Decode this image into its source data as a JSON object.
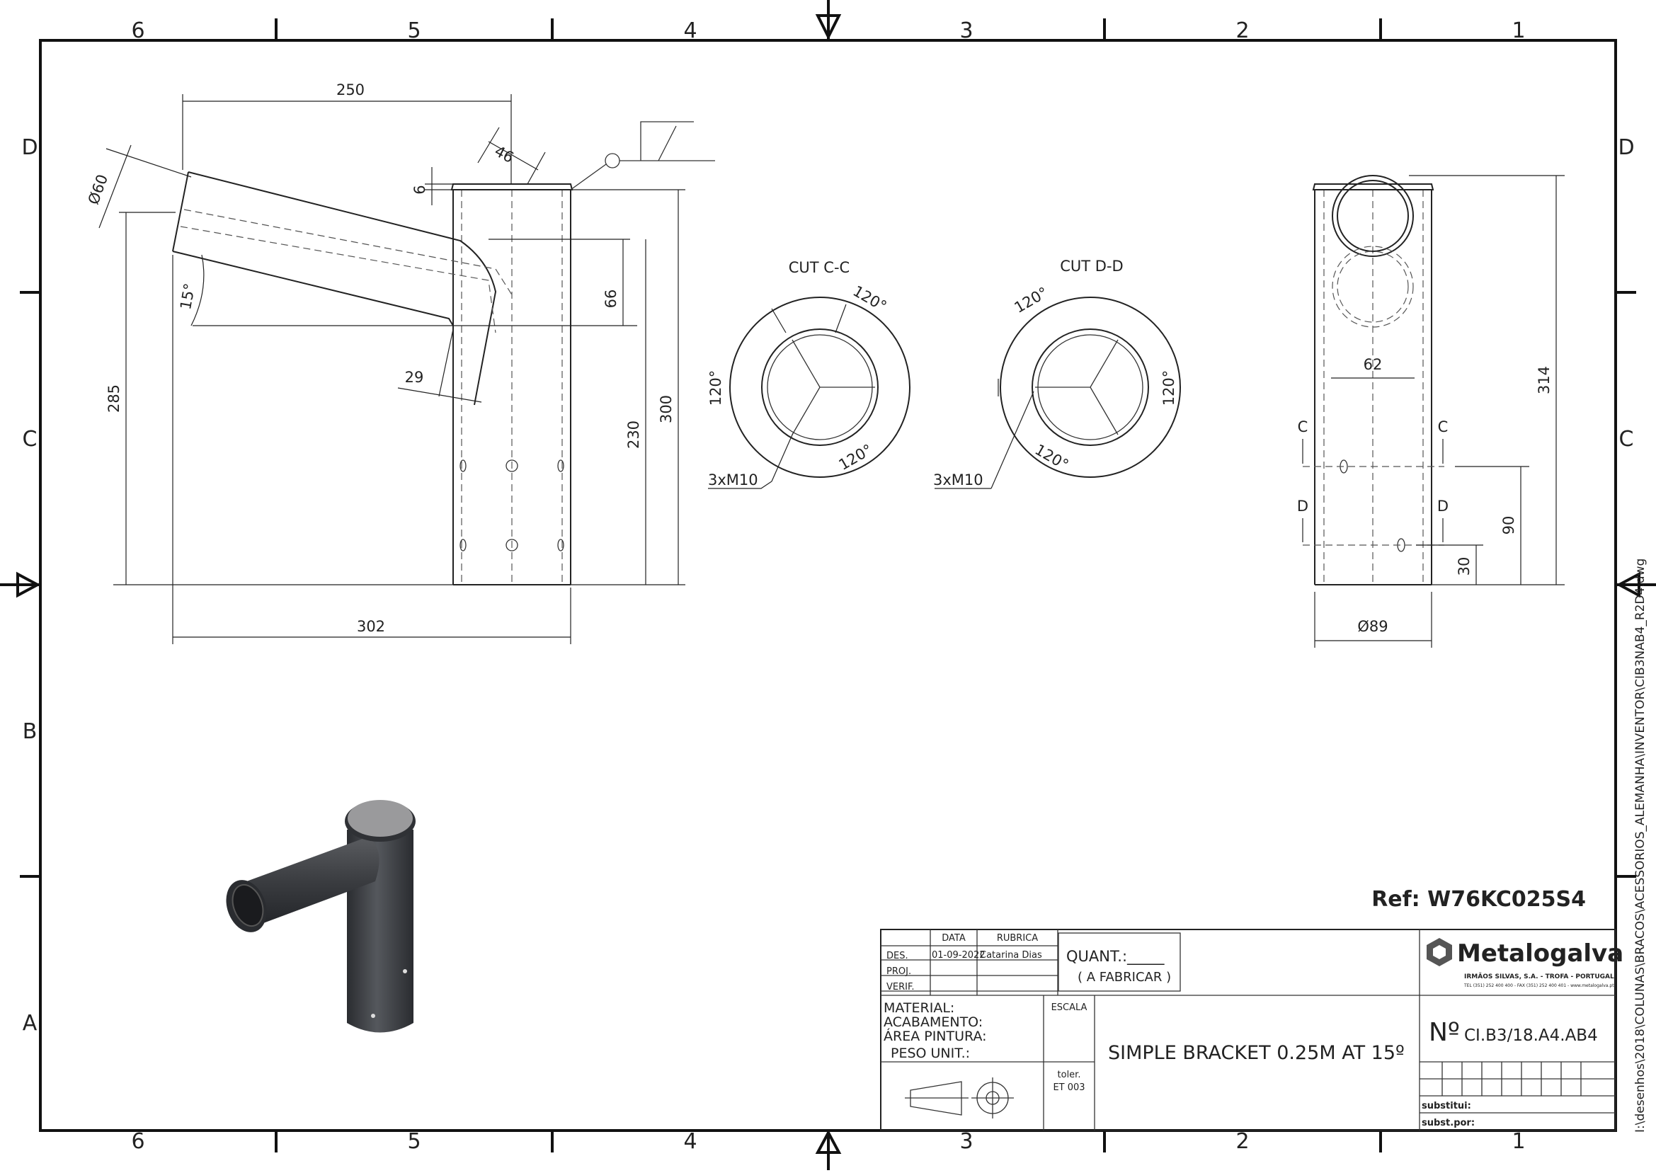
{
  "grid": {
    "columns": [
      "6",
      "5",
      "4",
      "3",
      "2",
      "1"
    ],
    "rows": [
      "D",
      "C",
      "B",
      "A"
    ]
  },
  "dimensions": {
    "d250": "250",
    "d46": "46",
    "d6": "6",
    "dia60": "Ø60",
    "angle15": "15°",
    "d66": "66",
    "d29": "29",
    "d285": "285",
    "d230": "230",
    "d300": "300",
    "d302": "302",
    "d62": "62",
    "d314": "314",
    "d90": "90",
    "d30": "30",
    "dia89": "Ø89"
  },
  "cut_cc": {
    "title": "CUT C-C",
    "angle_a": "120°",
    "angle_b": "120°",
    "angle_c": "120°",
    "thread": "3xM10"
  },
  "cut_dd": {
    "title": "CUT D-D",
    "angle_a": "120°",
    "angle_b": "120°",
    "angle_c": "120°",
    "thread": "3xM10"
  },
  "section_marks": {
    "c": "C",
    "d": "D"
  },
  "reference": "Ref: W76KC025S4",
  "side_path": "I:\\desenhos\\2018\\COLUNAS\\BRACOS\\ACESSORIOS_ALEMANHA\\INVENTOR\\CIB3NAB4_R2D4.dwg",
  "title_block": {
    "col_data": "DATA",
    "col_rubrica": "RUBRICA",
    "row_des": "DES.",
    "row_proj": "PROJ.",
    "row_verif": "VERIF.",
    "des_date": "01-09-2022",
    "des_name": "Catarina Dias",
    "quant": "QUANT.:_____",
    "a_fabricar": "( A FABRICAR )",
    "material": "MATERIAL:",
    "acabamento": "ACABAMENTO:",
    "area_pintura": "ÁREA PINTURA:",
    "peso_unit": "PESO UNIT.:",
    "escala": "ESCALA",
    "toler": "toler.",
    "et": "ET 003",
    "title": "SIMPLE BRACKET 0.25M AT 15º",
    "number_prefix": "Nº",
    "number": "CI.B3/18.A4.AB4",
    "substitui": "substitui:",
    "subst_por": "subst.por:",
    "company": "Metalogalva",
    "company_sub": "IRMÃOS SILVAS, S.A. - TROFA - PORTUGAL",
    "company_contact": "TEL (351) 252 400 400 - FAX (351) 252 400 401 - www.metalogalva.pt"
  },
  "colors": {
    "line": "#222222",
    "render_body": "#3d3f43",
    "render_cap": "#9a9a9c"
  }
}
